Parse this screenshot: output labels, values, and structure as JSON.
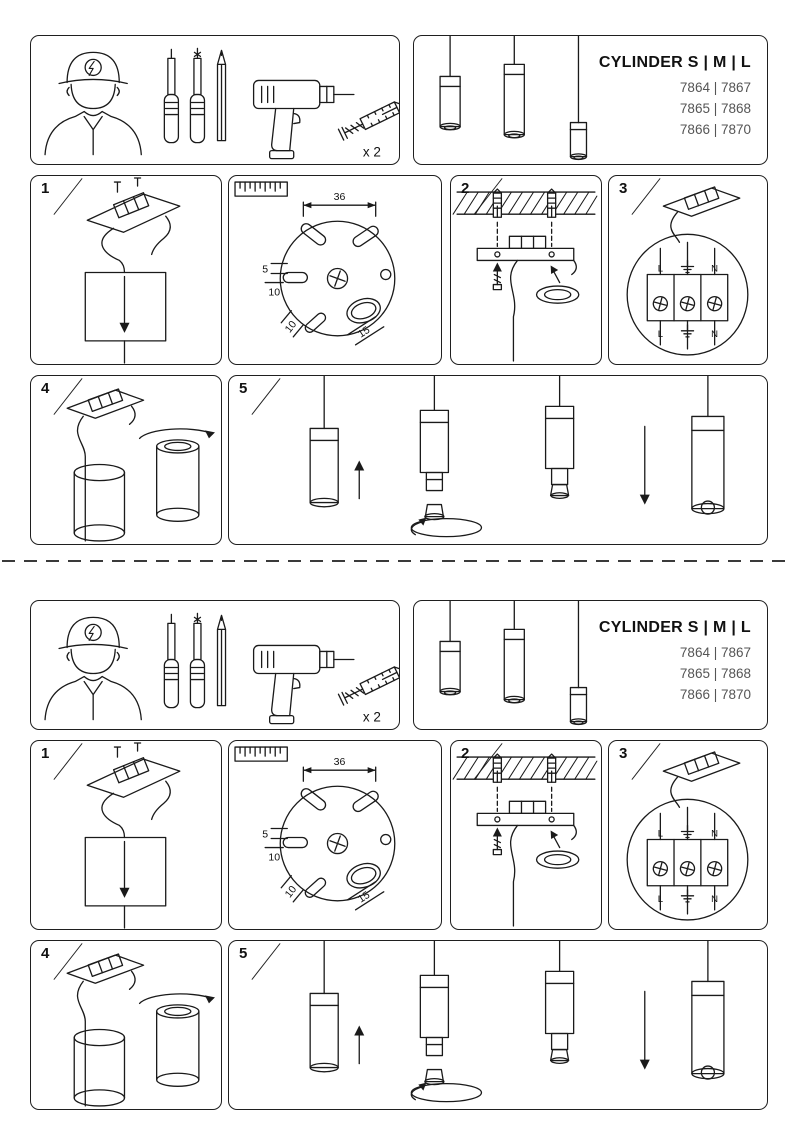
{
  "product": {
    "title": "CYLINDER S | M | L",
    "model_rows": [
      "7864 | 7867",
      "7865 | 7868",
      "7866 | 7870"
    ]
  },
  "tools_panel": {
    "anchor_quantity": "x 2"
  },
  "step_labels": {
    "s1": "1",
    "s2": "2",
    "s3": "3",
    "s4": "4",
    "s5": "5"
  },
  "mounting_plate_dims": {
    "overall_width": "36",
    "slot_edge_offset": "5",
    "slot_width": "10",
    "slot_length": "15",
    "side_slot_width": "10"
  },
  "terminal_labels": {
    "live": "L",
    "neutral": "N"
  }
}
